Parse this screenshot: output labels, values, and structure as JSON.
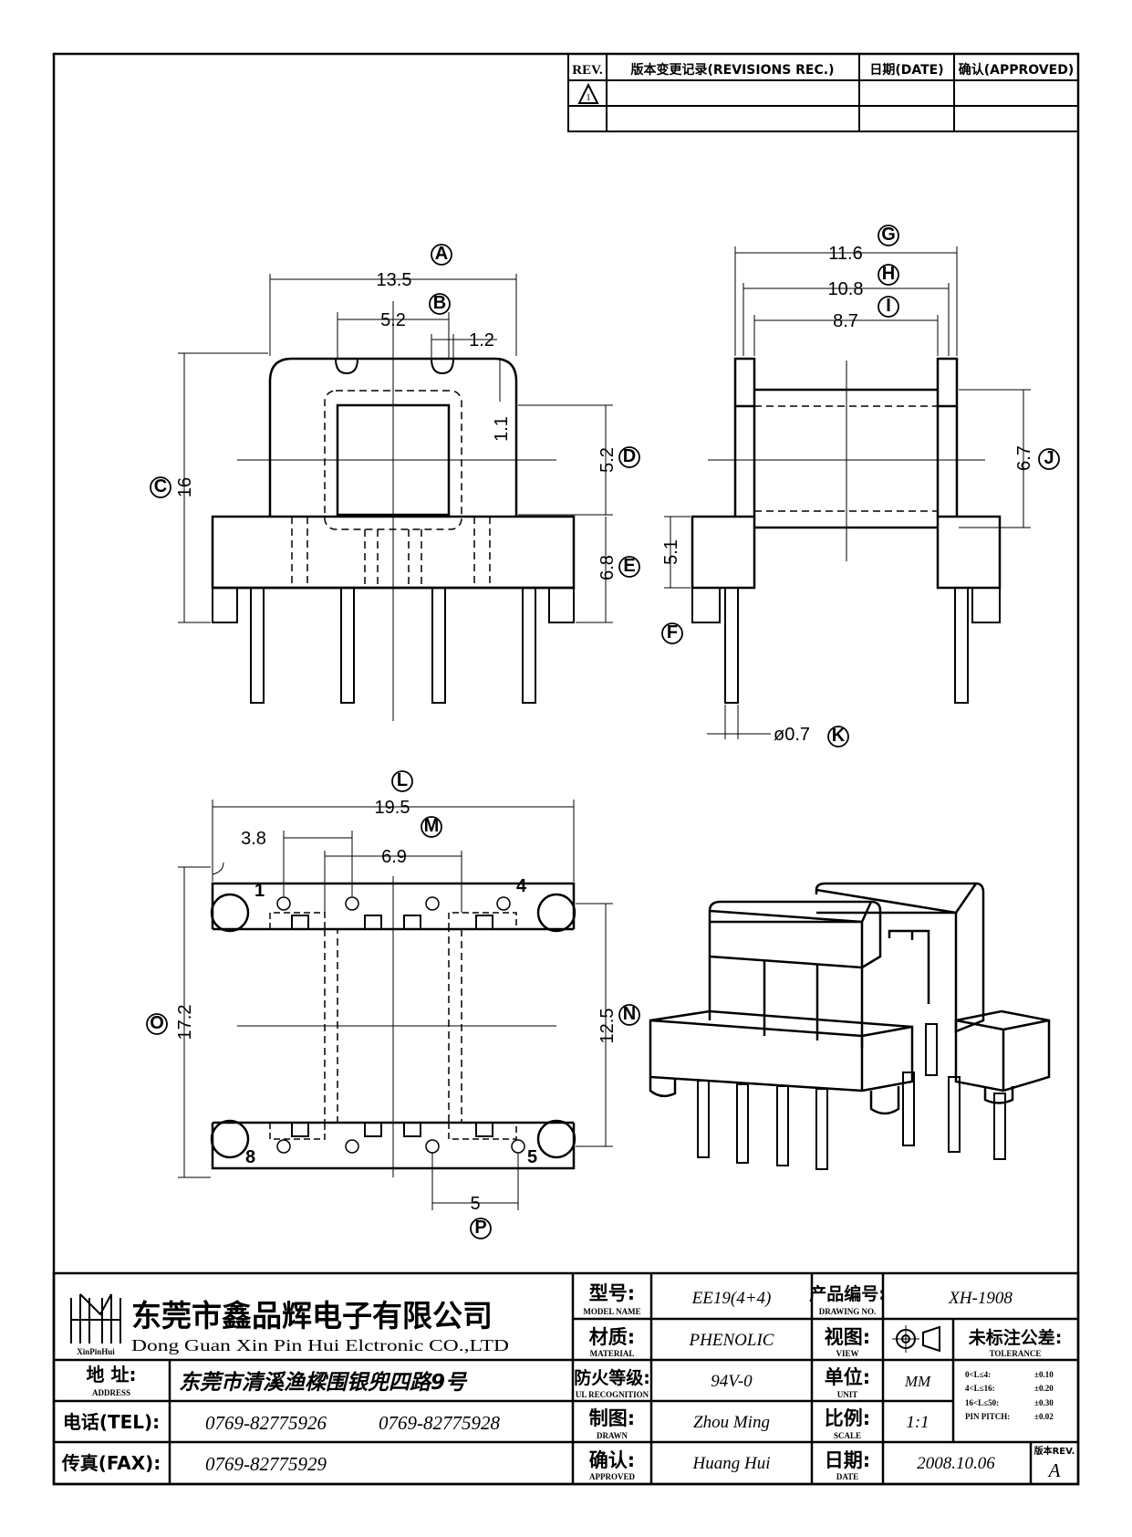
{
  "revision_table": {
    "headers": [
      "REV.",
      "版本变更记录(REVISIONS REC.)",
      "日期(DATE)",
      "确认(APPROVED)"
    ],
    "first_row_rev": "1"
  },
  "front_view": {
    "callouts": [
      "A",
      "B",
      "C",
      "D",
      "E"
    ],
    "dims": {
      "A": "13.5",
      "B": "5.2",
      "small": "1.2",
      "height_small": "1.1",
      "C": "16",
      "D": "5.2",
      "E": "6.8"
    }
  },
  "side_view": {
    "callouts": [
      "G",
      "H",
      "I",
      "J",
      "F",
      "K"
    ],
    "dims": {
      "G": "11.6",
      "H": "10.8",
      "I": "8.7",
      "J": "6.7",
      "side": "5.1",
      "K": "ø0.7"
    }
  },
  "bottom_view": {
    "callouts": [
      "L",
      "M",
      "N",
      "O",
      "P"
    ],
    "dims": {
      "L": "19.5",
      "left": "3.8",
      "M": "6.9",
      "O": "17.2",
      "N": "12.5",
      "P": "5"
    },
    "pin_labels": [
      "1",
      "4",
      "8",
      "5"
    ]
  },
  "title_block": {
    "company_cn": "东莞市鑫品辉电子有限公司",
    "company_en": "Dong Guan Xin Pin Hui Elctronic CO.,LTD",
    "logo_text": "XinPinHui",
    "address_label": "地  址:",
    "address_label_en": "ADDRESS",
    "address": "东莞市清溪渔樑围银兜四路9号",
    "tel_label": "电话(TEL):",
    "tel1": "0769-82775926",
    "tel2": "0769-82775928",
    "fax_label": "传真(FAX):",
    "fax": "0769-82775929",
    "model_label": "型号:",
    "model_label_en": "MODEL NAME",
    "model": "EE19(4+4)",
    "drawing_no_label": "产品编号:",
    "drawing_no_label_en": "DRAWING NO.",
    "drawing_no": "XH-1908",
    "material_label": "材质:",
    "material_label_en": "MATERIAL",
    "material": "PHENOLIC",
    "view_label": "视图:",
    "view_label_en": "VIEW",
    "tolerance_label": "未标注公差:",
    "tolerance_label_en": "TOLERANCE",
    "ul_label": "防火等级:",
    "ul_label_en": "UL RECOGNITION",
    "ul": "94V-0",
    "unit_label": "单位:",
    "unit_label_en": "UNIT",
    "unit": "MM",
    "tolerances": [
      {
        "range": "0<L≤4:",
        "value": "±0.10"
      },
      {
        "range": "4<L≤16:",
        "value": "±0.20"
      },
      {
        "range": "16<L≤50:",
        "value": "±0.30"
      },
      {
        "range": "PIN PITCH:",
        "value": "±0.02"
      }
    ],
    "drawn_label": "制图:",
    "drawn_label_en": "DRAWN",
    "drawn": "Zhou Ming",
    "scale_label": "比例:",
    "scale_label_en": "SCALE",
    "scale": "1:1",
    "approved_label": "确认:",
    "approved_label_en": "APPROVED",
    "approved": "Huang Hui",
    "date_label": "日期:",
    "date_label_en": "DATE",
    "date": "2008.10.06",
    "rev_label": "版本REV.",
    "rev": "A"
  }
}
